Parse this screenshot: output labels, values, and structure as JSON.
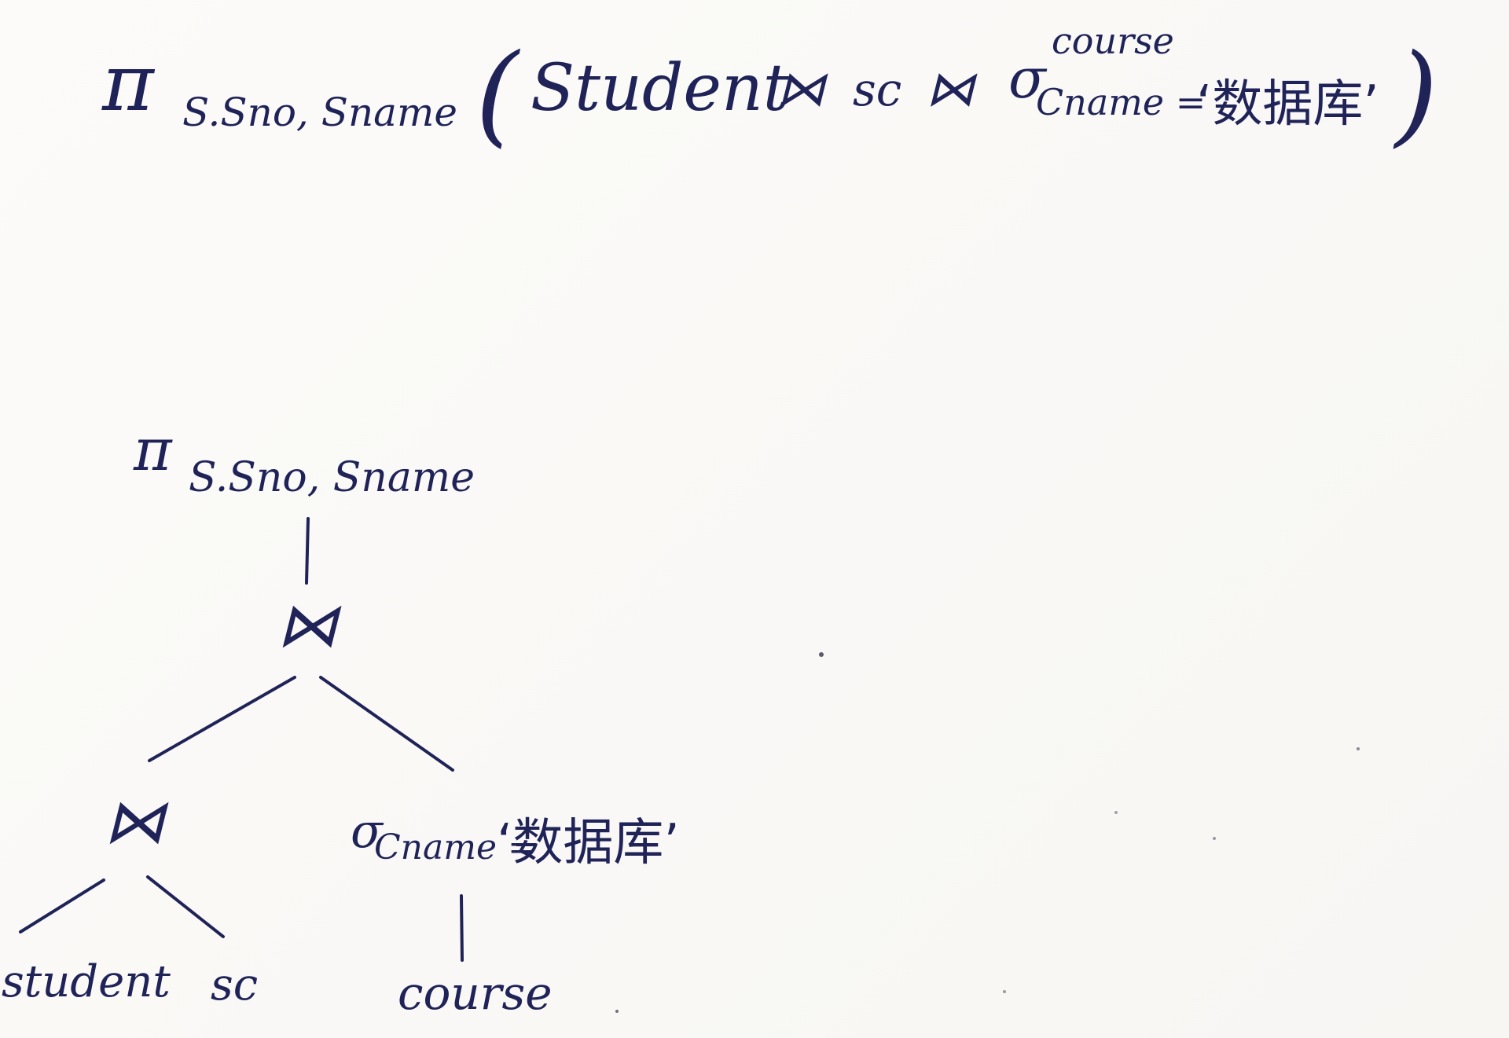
{
  "expression": {
    "pi": "π",
    "projection_subscript": "S.Sno, Sname",
    "open_paren": "(",
    "student": "Student",
    "join1": "⋈",
    "sc": "sc",
    "join2": "⋈",
    "sigma": "σ",
    "course": "course",
    "selection_subscript": "Cname =",
    "selection_value": "‘数据库’",
    "close_paren": ")"
  },
  "tree": {
    "root_pi": "π",
    "root_subscript": "S.Sno, Sname",
    "join_top": "⋈",
    "join_bottom": "⋈",
    "sigma": "σ",
    "sigma_subscript": "Cname =",
    "sigma_value": "‘数据库’",
    "leaf_student": "student",
    "leaf_sc": "sc",
    "leaf_course": "course"
  },
  "colors": {
    "ink": "#1f2358",
    "paper": "#fbfaf8"
  }
}
